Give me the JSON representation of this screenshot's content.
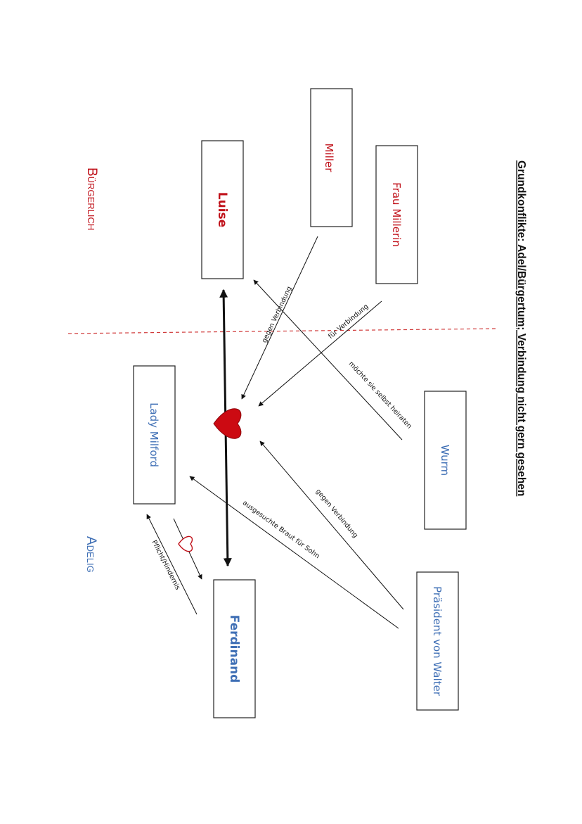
{
  "title": "Grundkonflikte: Adel/Bürgertum; Verbindung nicht gern gesehen",
  "classes": {
    "buergerlich": "Bürgerlich",
    "adelig": "Adelig"
  },
  "characters": {
    "miller": "Miller",
    "frau_millerin": "Frau Millerin",
    "luise": "Luise",
    "wurm": "Wurm",
    "lady_milford": "Lady Milford",
    "ferdinand": "Ferdinand",
    "praesident": "Präsident von Walter"
  },
  "relations": {
    "miller_gegen": "gegen Verbindung",
    "millerin_fuer": "für Verbindung",
    "wurm_heiraten": "möchte sie selbst heiraten",
    "praesident_gegen": "gegen Verbindung",
    "praesident_braut": "ausgesuchte Braut für Sohn",
    "pflicht": "Pflicht/Hindernis"
  },
  "colors": {
    "buergerlich": "#c0111a",
    "adelig": "#3f6fb5",
    "heart_fill": "#cc0a12",
    "divider": "#d03a3a",
    "ink": "#111111"
  }
}
